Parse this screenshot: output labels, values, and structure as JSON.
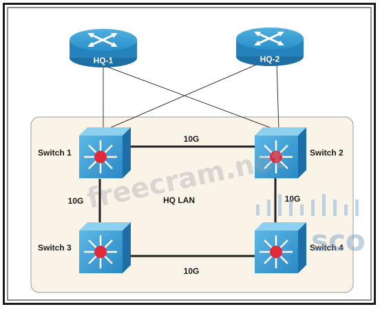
{
  "routers": [
    {
      "id": "hq1",
      "label": "HQ-1"
    },
    {
      "id": "hq2",
      "label": "HQ-2"
    }
  ],
  "switches": [
    {
      "id": "sw1",
      "label": "Switch 1"
    },
    {
      "id": "sw2",
      "label": "Switch 2"
    },
    {
      "id": "sw3",
      "label": "Switch 3"
    },
    {
      "id": "sw4",
      "label": "Switch 4"
    }
  ],
  "links": {
    "top": "10G",
    "left": "10G",
    "right": "10G",
    "bottom": "10G"
  },
  "lan_label": "HQ LAN",
  "watermark": {
    "site": "freecram.net",
    "brand": "sco"
  },
  "colors": {
    "router": "#2a8fc9",
    "switch": "#2f95d0",
    "lan_bg": "#faf3e8",
    "link": "#222222",
    "accent_red": "#e02a3c"
  }
}
